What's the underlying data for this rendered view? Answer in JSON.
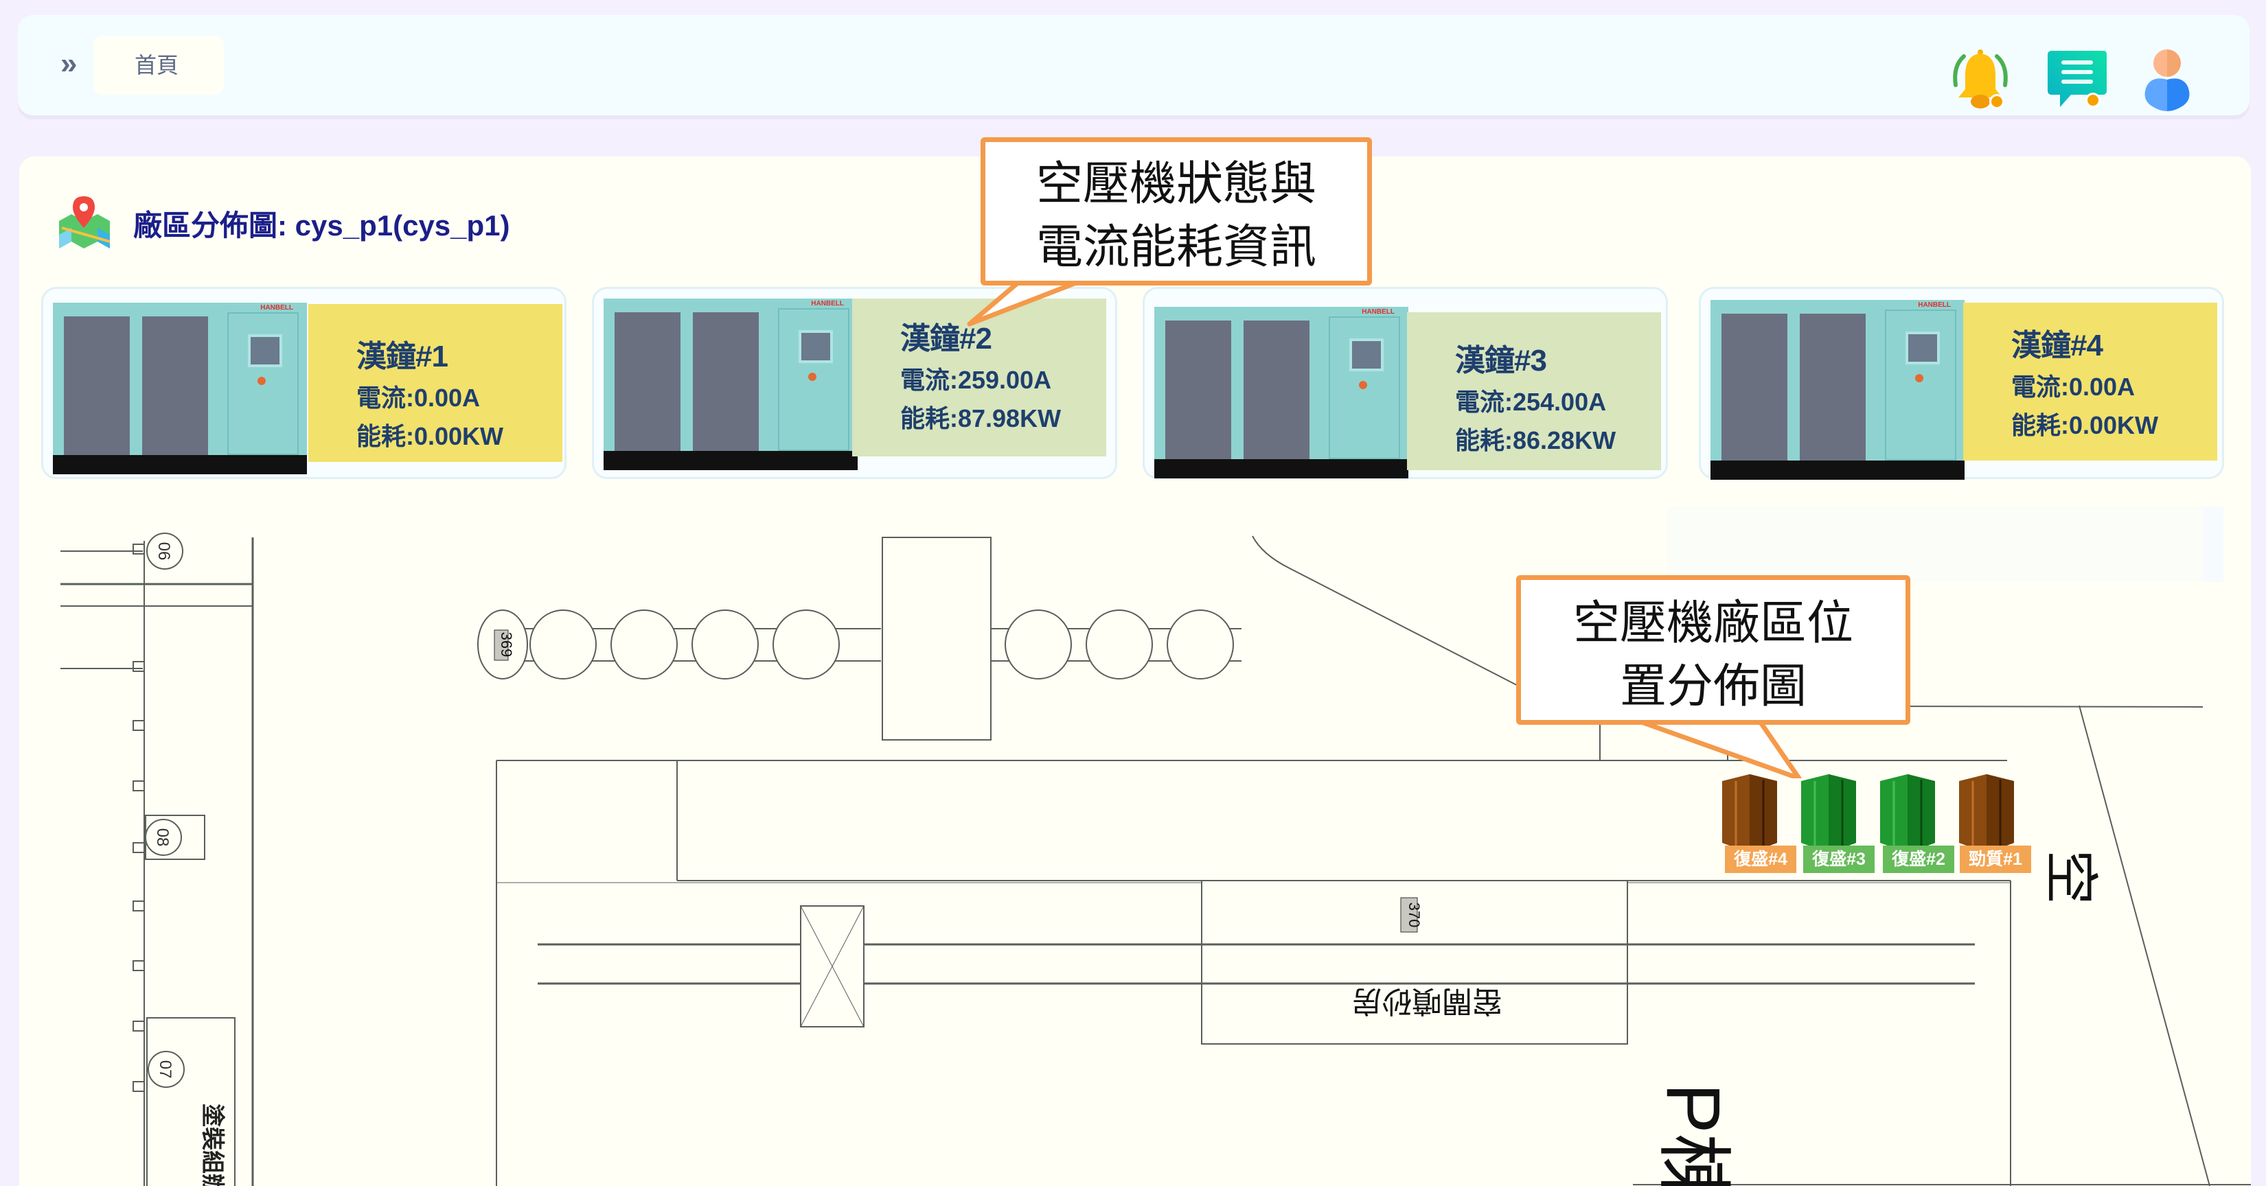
{
  "header": {
    "breadcrumb_icon": "double-chevron-right-icon",
    "breadcrumb_home": "首頁",
    "icons": [
      "bell-icon",
      "message-icon",
      "user-icon"
    ]
  },
  "main": {
    "title_icon": "map-pin-icon",
    "title": "廠區分佈圖: cys_p1(cys_p1)",
    "cards": [
      {
        "name": "漢鐘#1",
        "current": "電流:0.00A",
        "power": "能耗:0.00KW",
        "status_color": "#f2e16b"
      },
      {
        "name": "漢鐘#2",
        "current": "電流:259.00A",
        "power": "能耗:87.98KW",
        "status_color": "#d8e5bd"
      },
      {
        "name": "漢鐘#3",
        "current": "電流:254.00A",
        "power": "能耗:86.28KW",
        "status_color": "#d8e5bd"
      },
      {
        "name": "漢鐘#4",
        "current": "電流:0.00A",
        "power": "能耗:0.00KW",
        "status_color": "#f2e16b"
      }
    ]
  },
  "callouts": {
    "status_info": [
      "空壓機狀態與",
      "電流能耗資訊"
    ],
    "layout_map": [
      "空壓機廠區位",
      "置分佈圖"
    ]
  },
  "floorplan": {
    "labels": {
      "bubble_369": "369",
      "box_370": "370",
      "room_label": "窑閘噴砂房",
      "building_label": "P棟",
      "grid_06": "06",
      "grid_08": "08",
      "grid_07": "07",
      "side_room": "塗裝組辦公",
      "corner_char": "空"
    },
    "compressors": [
      {
        "label": "復盛#4",
        "state": "stopped",
        "color": "#f3a553"
      },
      {
        "label": "復盛#3",
        "state": "running",
        "color": "#66bb5a"
      },
      {
        "label": "復盛#2",
        "state": "running",
        "color": "#66bb5a"
      },
      {
        "label": "勁質#1",
        "state": "stopped",
        "color": "#f3a553"
      }
    ]
  }
}
